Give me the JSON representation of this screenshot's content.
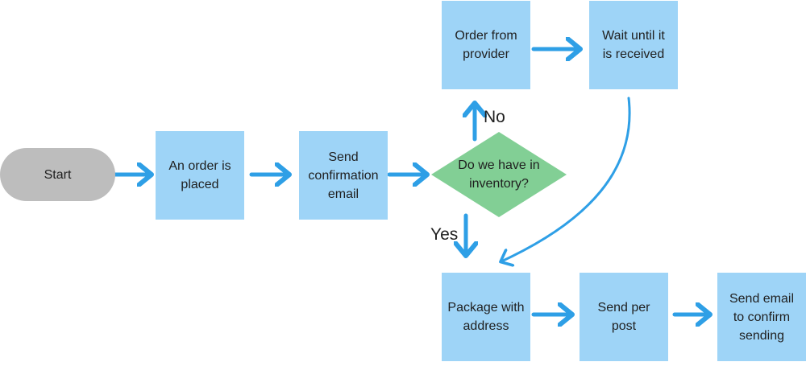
{
  "colors": {
    "process_fill": "#9ed4f7",
    "decision_fill": "#82cf95",
    "terminal_fill": "#bdbdbd",
    "arrow": "#2e9fe6",
    "text": "#1f1f1f"
  },
  "nodes": {
    "start": {
      "shape": "terminal",
      "label": "Start"
    },
    "order_placed": {
      "shape": "process",
      "label": "An order is\nplaced"
    },
    "send_confirmation": {
      "shape": "process",
      "label": "Send\nconfirmation\nemail"
    },
    "inventory_check": {
      "shape": "decision",
      "label": "Do we have in\ninventory?"
    },
    "order_provider": {
      "shape": "process",
      "label": "Order from\nprovider"
    },
    "wait_received": {
      "shape": "process",
      "label": "Wait until it\nis received"
    },
    "package_address": {
      "shape": "process",
      "label": "Package with\naddress"
    },
    "send_post": {
      "shape": "process",
      "label": "Send per\npost"
    },
    "send_email_confirm": {
      "shape": "process",
      "label": "Send email\nto confirm\nsending"
    }
  },
  "edges": [
    {
      "from": "start",
      "to": "order_placed",
      "label": ""
    },
    {
      "from": "order_placed",
      "to": "send_confirmation",
      "label": ""
    },
    {
      "from": "send_confirmation",
      "to": "inventory_check",
      "label": ""
    },
    {
      "from": "inventory_check",
      "to": "order_provider",
      "label": "No"
    },
    {
      "from": "inventory_check",
      "to": "package_address",
      "label": "Yes"
    },
    {
      "from": "order_provider",
      "to": "wait_received",
      "label": ""
    },
    {
      "from": "wait_received",
      "to": "package_address",
      "label": ""
    },
    {
      "from": "package_address",
      "to": "send_post",
      "label": ""
    },
    {
      "from": "send_post",
      "to": "send_email_confirm",
      "label": ""
    }
  ]
}
